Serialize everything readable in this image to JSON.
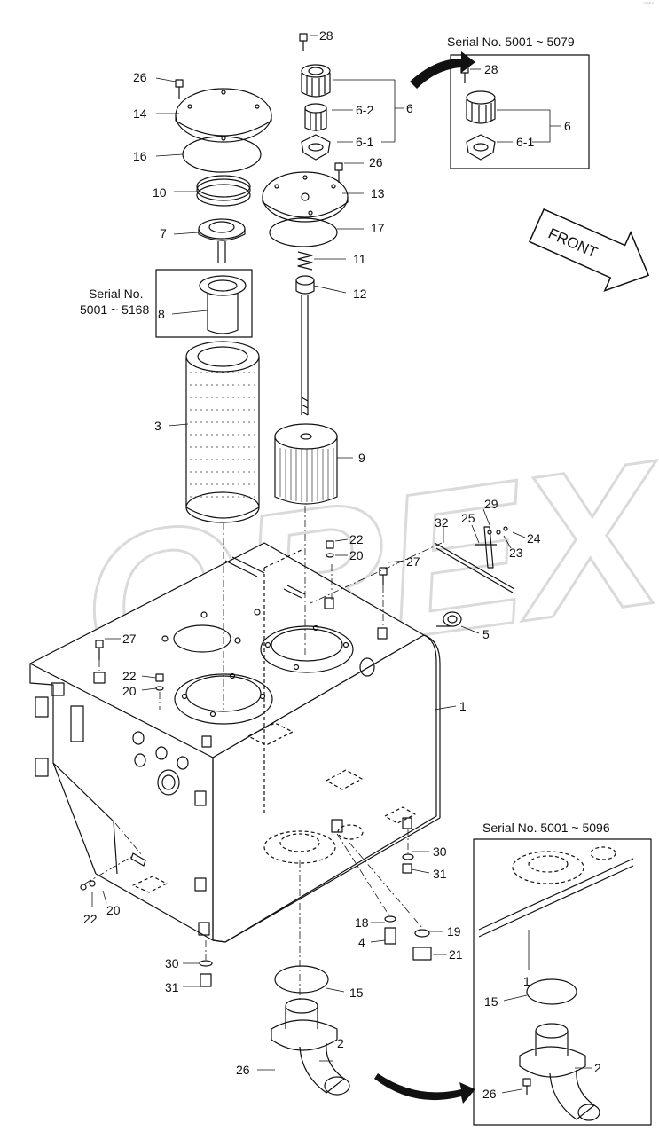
{
  "corner_mark": "OREX",
  "watermark": "OREX",
  "front_label": "FRONT",
  "insets": {
    "serial_top_right": "Serial No. 5001 ~ 5079",
    "serial_left_line1": "Serial No.",
    "serial_left_line2": "5001 ~ 5168",
    "serial_bottom_right": "Serial No. 5001 ~ 5096"
  },
  "callouts": {
    "c28": "28",
    "c26a": "26",
    "c14": "14",
    "c6_2": "6-2",
    "c6": "6",
    "c6_1": "6-1",
    "c16": "16",
    "c26b": "26",
    "c10": "10",
    "c13": "13",
    "c7": "7",
    "c17": "17",
    "c11": "11",
    "c12": "12",
    "c8": "8",
    "c3": "3",
    "c9": "9",
    "c29": "29",
    "c25": "25",
    "c32": "32",
    "c24": "24",
    "c23": "23",
    "c22a": "22",
    "c20a": "20",
    "c27a": "27",
    "c5": "5",
    "c27b": "27",
    "c22b": "22",
    "c20b": "20",
    "c1": "1",
    "c30a": "30",
    "c31a": "31",
    "c22c": "22",
    "c20c": "20",
    "c18": "18",
    "c19": "19",
    "c4": "4",
    "c21": "21",
    "c30b": "30",
    "c15": "15",
    "c31b": "31",
    "c2": "2",
    "c26c": "26",
    "i28": "28",
    "i6": "6",
    "i6_1": "6-1",
    "b1": "1",
    "b15": "15",
    "b2": "2",
    "b26": "26"
  }
}
